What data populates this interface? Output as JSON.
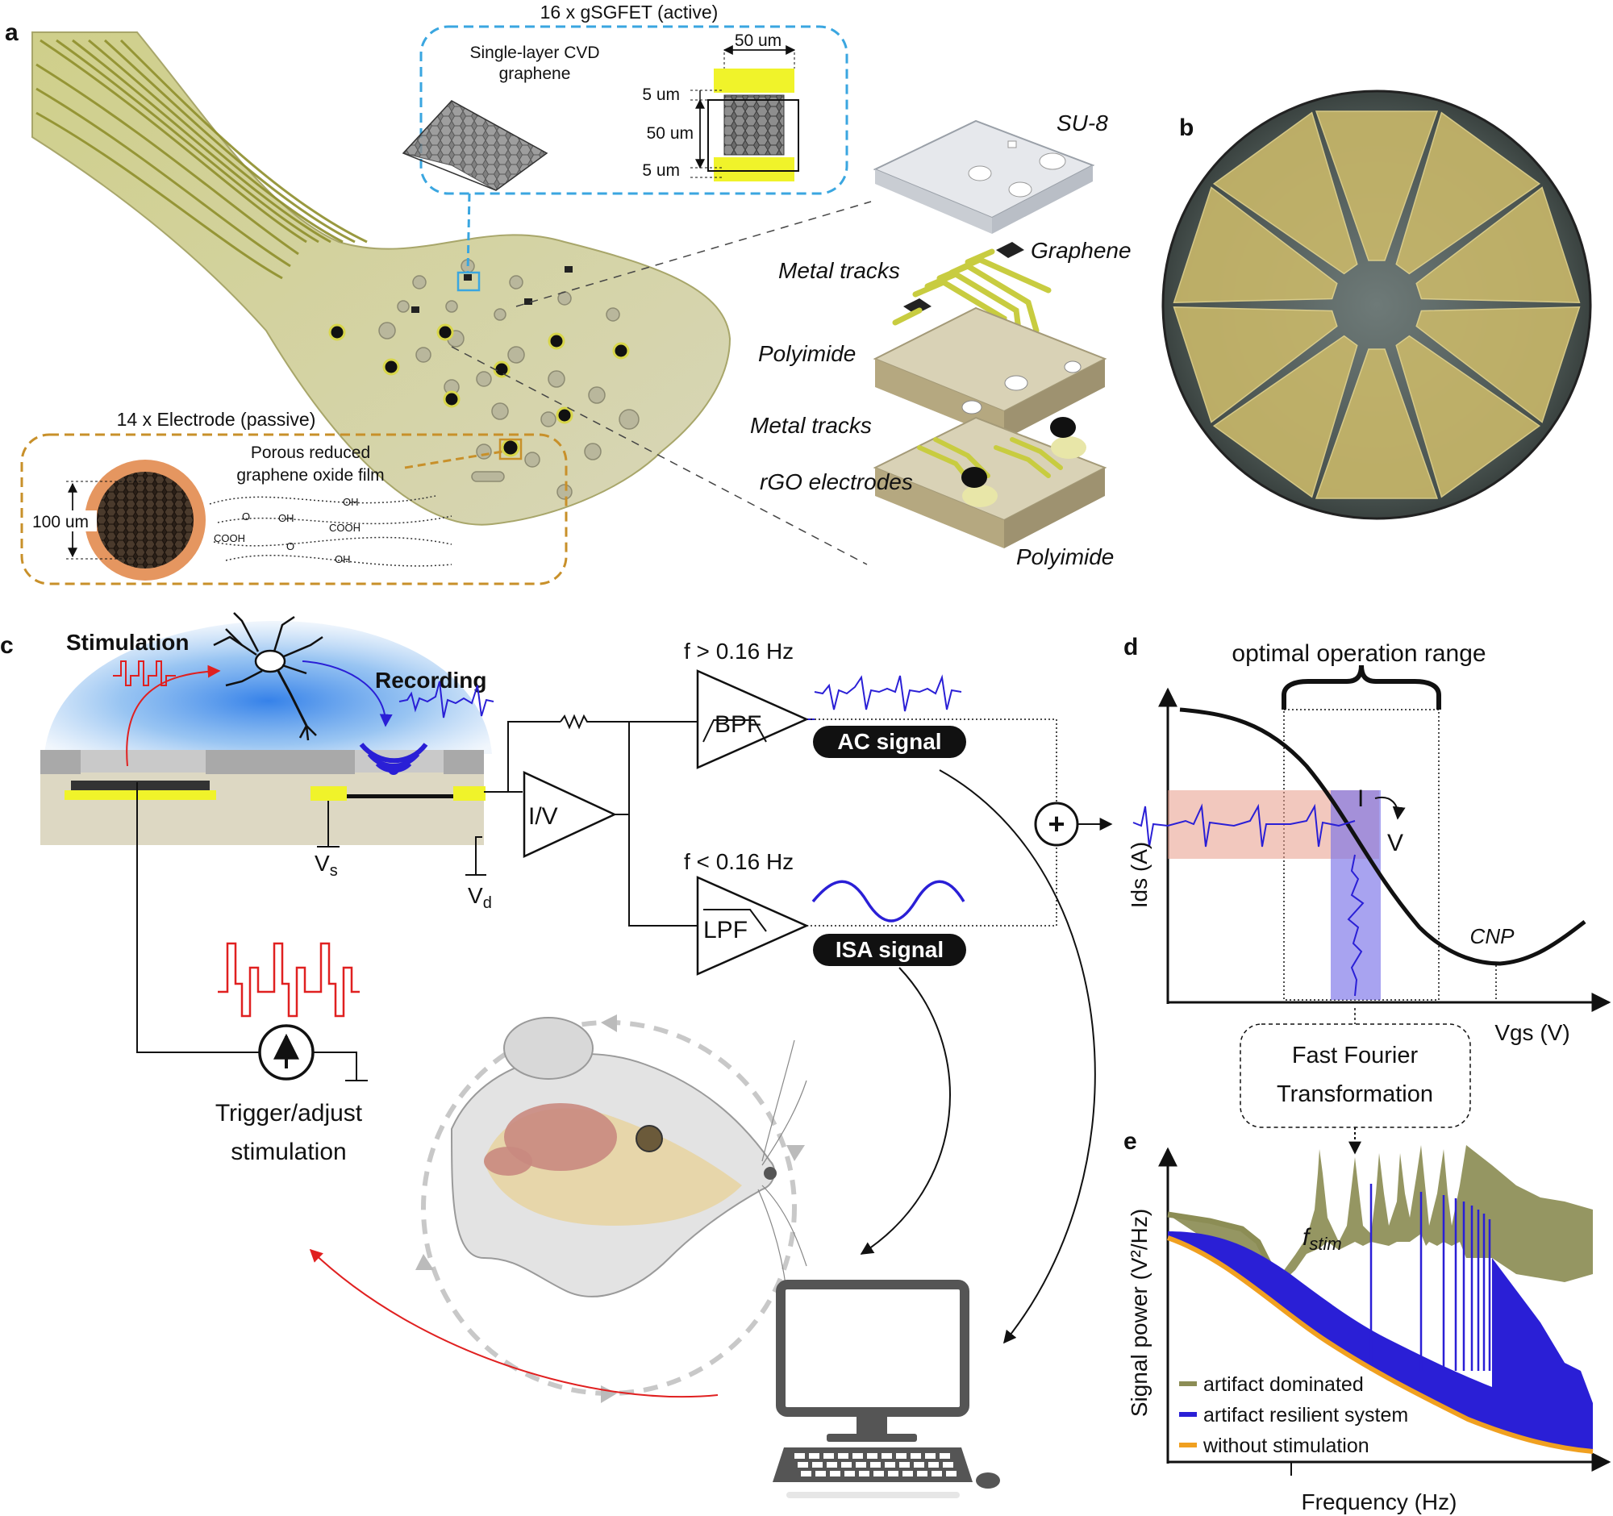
{
  "panels": {
    "a": "a",
    "b": "b",
    "c": "c",
    "d": "d",
    "e": "e"
  },
  "panel_a": {
    "gsgfet_title": "16 x gSGFET (active)",
    "graphene_label_line1": "Single-layer CVD",
    "graphene_label_line2": "graphene",
    "dim_width": "50 um",
    "dim_top": "5 um",
    "dim_mid": "50 um",
    "dim_bottom": "5 um",
    "electrode_title": "14 x Electrode (passive)",
    "rgo_label_line1": "Porous reduced",
    "rgo_label_line2": "graphene oxide film",
    "dim_diameter": "100 um",
    "chem": [
      "OH",
      "O",
      "OH",
      "COOH",
      "COOH",
      "O",
      "OH"
    ],
    "layers": {
      "su8": "SU-8",
      "graphene": "Graphene",
      "metal1": "Metal tracks",
      "polyimide1": "Polyimide",
      "metal2": "Metal tracks",
      "rgo": "rGO electrodes",
      "polyimide2": "Polyimide"
    }
  },
  "panel_c": {
    "stimulation": "Stimulation",
    "recording": "Recording",
    "vs": "V",
    "vs_sub": "s",
    "vd": "V",
    "vd_sub": "d",
    "iv": "I/V",
    "bpf_cond": "f > 0.16 Hz",
    "lpf_cond": "f < 0.16 Hz",
    "bpf": "BPF",
    "lpf": "LPF",
    "ac_signal": "AC signal",
    "isa_signal": "ISA signal",
    "sum": "+",
    "trigger_line1": "Trigger/adjust",
    "trigger_line2": "stimulation"
  },
  "panel_d": {
    "title": "optimal operation range",
    "ylabel": "Ids (A)",
    "xlabel": "Vgs (V)",
    "i_label": "I",
    "v_label": "V",
    "cnp": "CNP",
    "fft_line1": "Fast Fourier",
    "fft_line2": "Transformation"
  },
  "panel_e": {
    "ylabel": "Signal power (V²/Hz)",
    "xlabel": "Frequency (Hz)",
    "fstim": "f",
    "fstim_sub": "stim",
    "legend": [
      {
        "label": "artifact dominated",
        "color": "#8c8d55"
      },
      {
        "label": "artifact resilient system",
        "color": "#2a1fd6"
      },
      {
        "label": "without stimulation",
        "color": "#f0a020"
      }
    ]
  },
  "colors": {
    "blue": "#2a1fd6",
    "red": "#e02020",
    "olive": "#8c8d55",
    "orange": "#f0a020",
    "dashed_blue": "#3aa6e0",
    "dashed_orange": "#c8902a"
  }
}
